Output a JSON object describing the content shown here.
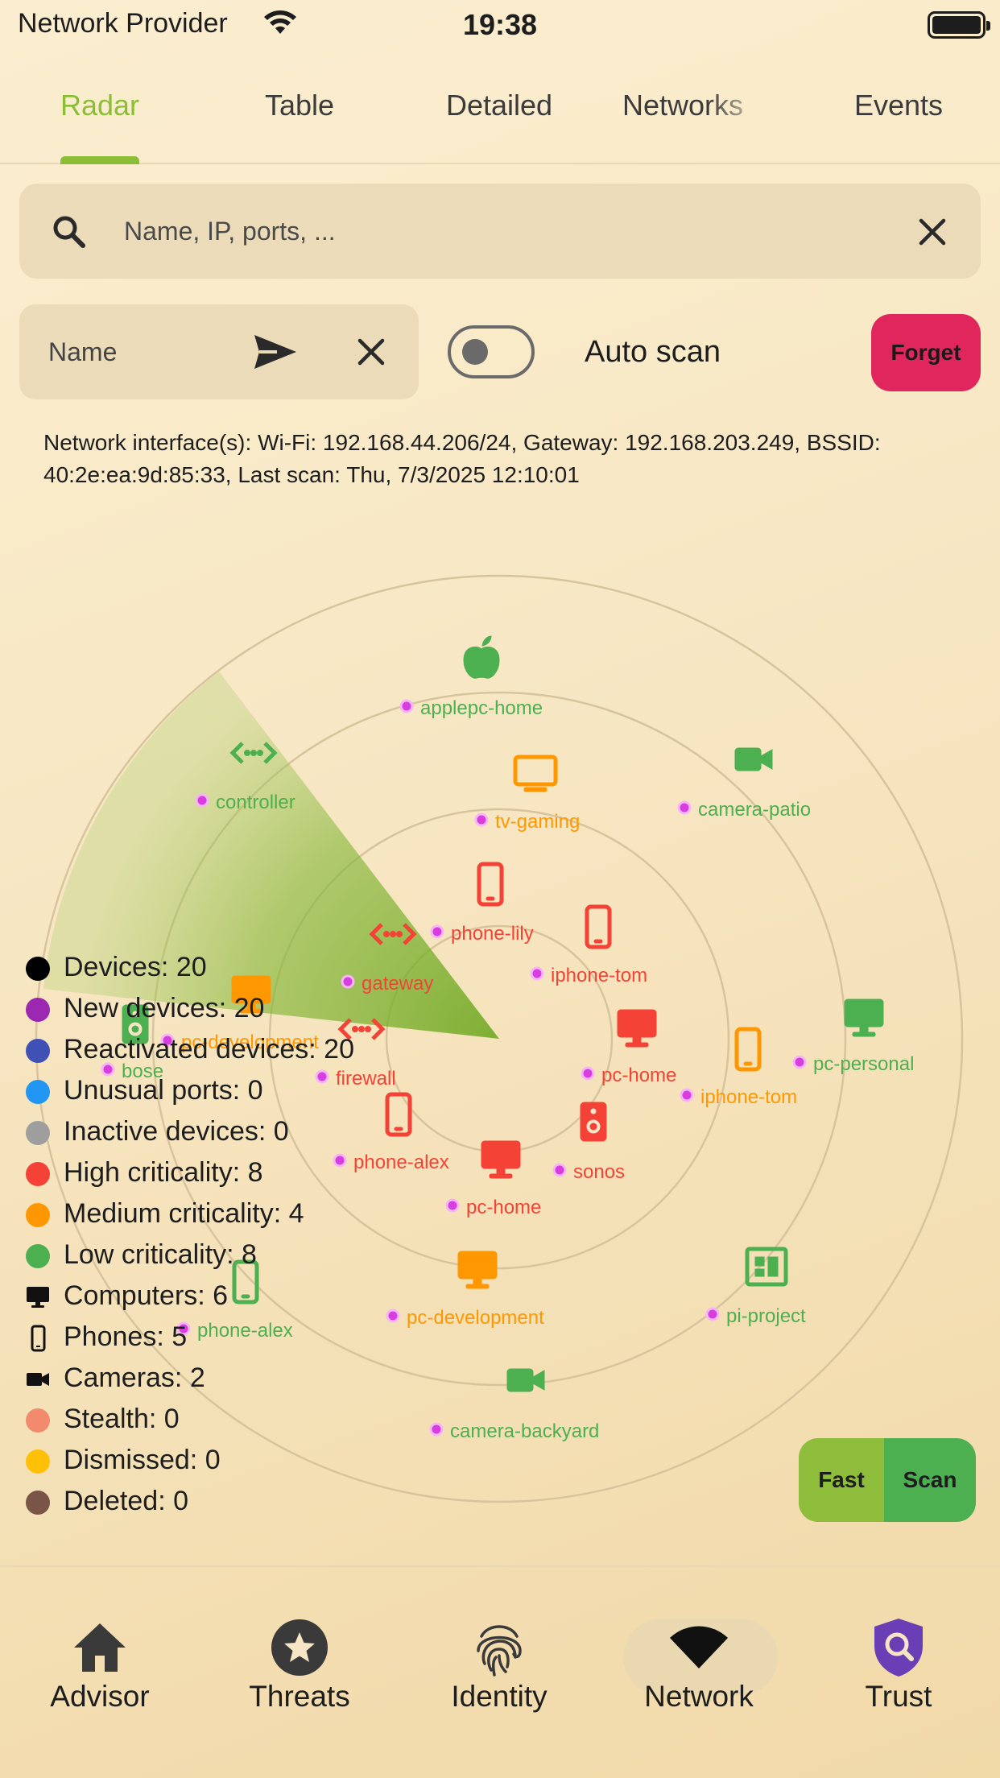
{
  "status_bar": {
    "carrier": "Network Provider",
    "time": "19:38"
  },
  "tabs": [
    {
      "label": "Radar",
      "active": true
    },
    {
      "label": "Table",
      "active": false
    },
    {
      "label": "Detailed",
      "active": false
    },
    {
      "label": "Networks",
      "active": false
    },
    {
      "label": "Events",
      "active": false
    }
  ],
  "search": {
    "placeholder": "Name, IP, ports, ...",
    "value": ""
  },
  "filter": {
    "placeholder": "Name",
    "value": ""
  },
  "auto_scan": {
    "label": "Auto scan",
    "enabled": false
  },
  "forget_label": "Forget",
  "network_info": "Network interface(s): Wi-Fi: 192.168.44.206/24, Gateway: 192.168.203.249, BSSID: 40:2e:ea:9d:85:33, Last scan: Thu, 7/3/2025 12:10:01",
  "colors": {
    "accent": "#8cbd37",
    "high": "#f44336",
    "medium": "#ff9800",
    "low": "#4caf50",
    "new_device_dot": "#d63ee0"
  },
  "devices": [
    {
      "name": "applepc-home",
      "type": "apple-icon",
      "criticality": "low"
    },
    {
      "name": "controller",
      "type": "network-icon",
      "criticality": "low"
    },
    {
      "name": "tv-gaming",
      "type": "monitor-icon",
      "criticality": "medium"
    },
    {
      "name": "camera-patio",
      "type": "camera-icon",
      "criticality": "low"
    },
    {
      "name": "phone-lily",
      "type": "phone-icon",
      "criticality": "high"
    },
    {
      "name": "iphone-tom",
      "type": "phone-icon",
      "criticality": "high"
    },
    {
      "name": "gateway",
      "type": "network-icon",
      "criticality": "high"
    },
    {
      "name": "pc-development",
      "type": "computer-icon",
      "criticality": "medium"
    },
    {
      "name": "bose",
      "type": "speaker-icon",
      "criticality": "low"
    },
    {
      "name": "firewall",
      "type": "network-icon",
      "criticality": "high"
    },
    {
      "name": "pc-home",
      "type": "computer-icon",
      "criticality": "high"
    },
    {
      "name": "iphone-tom",
      "type": "phone-icon",
      "criticality": "medium"
    },
    {
      "name": "pc-personal",
      "type": "computer-icon",
      "criticality": "low"
    },
    {
      "name": "phone-alex",
      "type": "phone-icon",
      "criticality": "high"
    },
    {
      "name": "sonos",
      "type": "speaker-icon",
      "criticality": "high"
    },
    {
      "name": "pc-home",
      "type": "computer-icon",
      "criticality": "high"
    },
    {
      "name": "phone-alex",
      "type": "phone-icon",
      "criticality": "low"
    },
    {
      "name": "pc-development",
      "type": "computer-icon",
      "criticality": "medium"
    },
    {
      "name": "pi-project",
      "type": "chip-icon",
      "criticality": "low"
    },
    {
      "name": "camera-backyard",
      "type": "camera-icon",
      "criticality": "low"
    }
  ],
  "legend": [
    {
      "text": "Devices: 20",
      "color": "#000000"
    },
    {
      "text": "New devices: 20",
      "color": "#9c27b0"
    },
    {
      "text": "Reactivated devices: 20",
      "color": "#3f51b5"
    },
    {
      "text": "Unusual ports: 0",
      "color": "#2196f3"
    },
    {
      "text": "Inactive devices: 0",
      "color": "#9e9e9e"
    },
    {
      "text": "High criticality: 8",
      "color": "#f44336"
    },
    {
      "text": "Medium criticality: 4",
      "color": "#ff9800"
    },
    {
      "text": "Low criticality: 8",
      "color": "#4caf50"
    },
    {
      "text": "Computers: 6",
      "icon": "computer-icon"
    },
    {
      "text": "Phones: 5",
      "icon": "phone-icon"
    },
    {
      "text": "Cameras: 2",
      "icon": "camera-icon"
    },
    {
      "text": "Stealth: 0",
      "color": "#f28b6e"
    },
    {
      "text": "Dismissed: 0",
      "color": "#ffc107"
    },
    {
      "text": "Deleted: 0",
      "color": "#795548"
    }
  ],
  "scan_buttons": {
    "fast": "Fast",
    "scan": "Scan"
  },
  "bottom_nav": [
    {
      "label": "Advisor",
      "icon": "home-icon",
      "active": false
    },
    {
      "label": "Threats",
      "icon": "star-badge-icon",
      "active": false
    },
    {
      "label": "Identity",
      "icon": "fingerprint-icon",
      "active": false
    },
    {
      "label": "Network",
      "icon": "wifi-icon",
      "active": true
    },
    {
      "label": "Trust",
      "icon": "shield-search-icon",
      "active": false
    }
  ]
}
